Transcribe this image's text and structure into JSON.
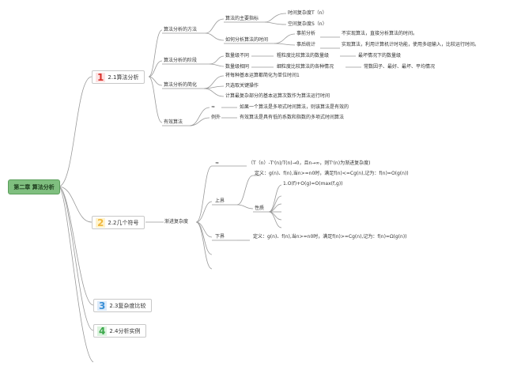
{
  "root": "第二章 算法分析",
  "sections": [
    {
      "num": "1",
      "label": "2.1算法分析",
      "color": "#d9312b",
      "num_bg": "#fde2e2"
    },
    {
      "num": "2",
      "label": "2.2几个符号",
      "color": "#f0b840",
      "num_bg": "#fff3cc"
    },
    {
      "num": "3",
      "label": "2.3复杂度比较",
      "color": "#3a8fd6",
      "num_bg": "#dbeafa"
    },
    {
      "num": "4",
      "label": "2.4分析实例",
      "color": "#3aa84a",
      "num_bg": "#dcf3df"
    }
  ],
  "s1": {
    "methods": "算法分析的方法",
    "indicators": "算法的主要指标",
    "time_cx": "时间复杂度T（n）",
    "space_cx": "空间复杂度S（n）",
    "how_time": "如何分析算法的时间",
    "prior": "事前分析",
    "prior_desc": "不实现算法，直接分析算法的时间。",
    "post": "事后统计",
    "post_desc": "实现算法，利用计算机计时功能，使用多组输入，比较运行时间。",
    "stages": "算法分析的阶段",
    "diff_size": "数量级不同",
    "diff_size_desc": "粗粒度比较算法的数量级",
    "diff_size_note": "最坏情况下的数量级",
    "same_size": "数量级相同",
    "same_size_desc": "细粒度比较算法的各种情况",
    "same_size_note": "常数因子、最好、最坏、平均情况",
    "simplify": "算法分析的简化",
    "simp1": "将每种基本运算都简化为单位时间1",
    "simp2": "只选取关键操作",
    "simp3": "计算最复杂部分的基本运算次数作为算法运行时间",
    "effective": "有效算法",
    "eff_def_key": "≈",
    "eff_def": "如果一个算法是多项式时间算法，则该算法是有效的",
    "eff_ex_key": "例外",
    "eff_ex": "有效算法是具有低的系数和指数的多项式时间算法"
  },
  "s2": {
    "asym": "渐进复杂度",
    "def_key": "≈",
    "def": "（T（n）-T'(n)/T(n)→0，且n→∞，则T'(n)为渐进复杂度)",
    "upper": "上界",
    "upper_def": "定义：g(n)、f(n),当n>=n0时，满足f(n)<=Cg(n),记为：f(n)=O(g(n))",
    "props": "性质",
    "prop1": "1.O(f)+O(g)=O(max(f,g))",
    "lower": "下界",
    "lower_def": "定义：g(n)、f(n),当n>=n0时，满足f(n)>=Cg(n),记为：f(n)=Ω(g(n))"
  }
}
